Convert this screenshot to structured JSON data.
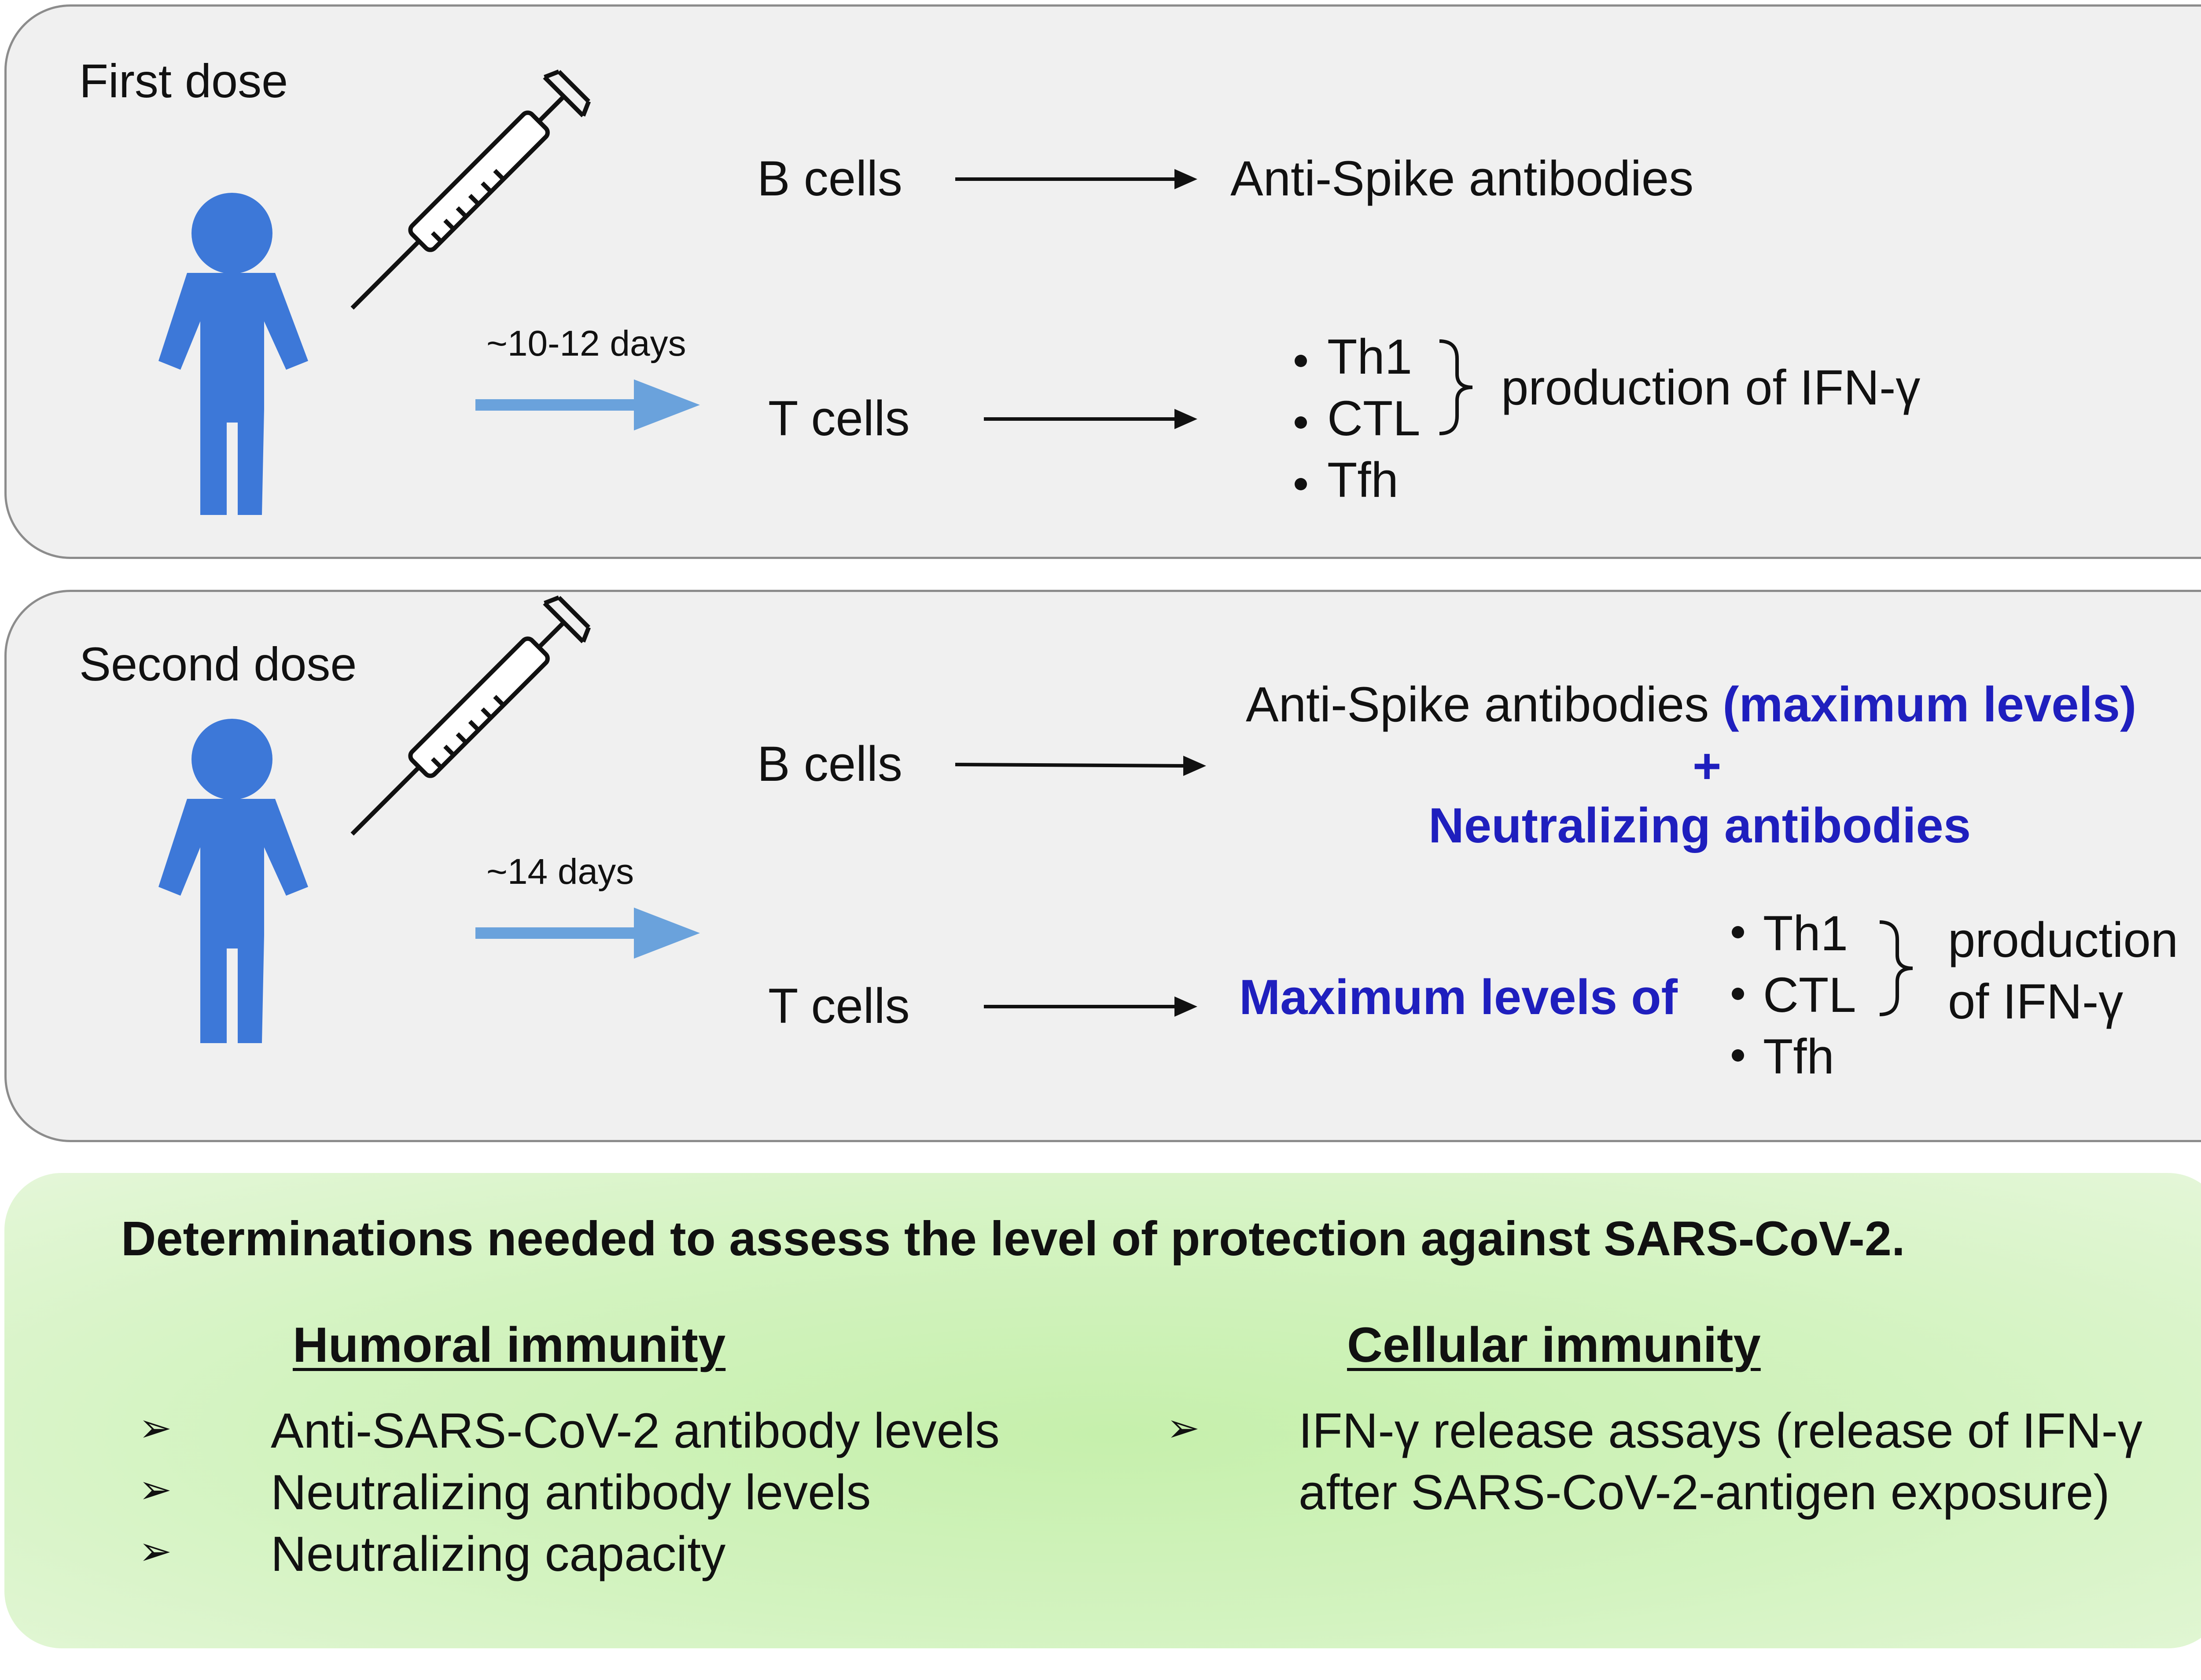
{
  "first_dose": {
    "title": "First dose",
    "interval": "~10-12 days",
    "b_cells": "B cells",
    "b_result": "Anti-Spike antibodies",
    "t_cells": "T cells",
    "t_subsets": [
      "Th1",
      "CTL",
      "Tfh"
    ],
    "t_result": "production of IFN-γ"
  },
  "second_dose": {
    "title": "Second dose",
    "interval": "~14 days",
    "b_cells": "B cells",
    "b_result_main": "Anti-Spike antibodies",
    "b_result_highlight": "(maximum levels)",
    "plus": "+",
    "b_result_extra": "Neutralizing antibodies",
    "t_cells": "T cells",
    "t_prefix": "Maximum levels of",
    "t_subsets": [
      "Th1",
      "CTL",
      "Tfh"
    ],
    "t_result_line1": "production",
    "t_result_line2": "of IFN-γ"
  },
  "assessment": {
    "heading": "Determinations needed to assess the level of protection against SARS-CoV-2.",
    "humoral": {
      "title": "Humoral immunity",
      "items": [
        "Anti-SARS-CoV-2 antibody levels",
        "Neutralizing antibody levels",
        "Neutralizing capacity"
      ]
    },
    "cellular": {
      "title": "Cellular immunity",
      "items_line1": "IFN-γ release assays (release of IFN-γ",
      "items_line2": "after SARS-CoV-2-antigen exposure)"
    },
    "bullet_glyph": "➢"
  },
  "colors": {
    "person": "#3d78d8",
    "timeline_arrow": "#6aa2dc",
    "highlight_text": "#1f1fbe",
    "panel_fill": "#f0f0f0",
    "assessment_fill": "#c6f0ac"
  },
  "icons": [
    "person-icon",
    "syringe-icon",
    "arrow-icon"
  ]
}
